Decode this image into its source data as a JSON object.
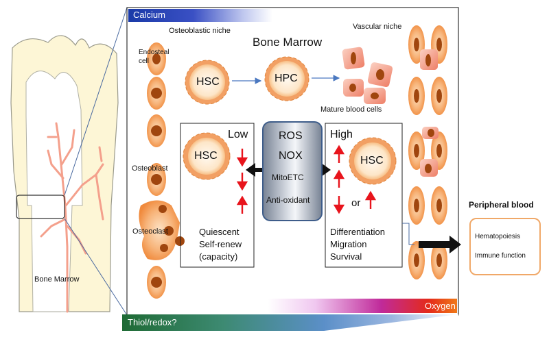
{
  "colors": {
    "cell_orange": "#f6b27a",
    "nucleus": "#a0460e",
    "hsc_glow": "#fbd7a8",
    "vessel_pink": "#f4a08c",
    "arrow_red": "#e8141c",
    "frame_blue": "#3e5d8a",
    "peripheral_border": "#f0a868"
  },
  "gradients": {
    "calcium": "Calcium",
    "oxygen": "Oxygen",
    "thiol": "Thiol/redox?"
  },
  "bone": {
    "label": "Bone Marrow"
  },
  "niche": {
    "osteoblastic": "Osteoblastic niche",
    "vascular": "Vascular niche",
    "title": "Bone Marrow",
    "endosteal": "Endosteal cell",
    "osteoblast": "Osteoblast",
    "osteoclast": "Osteoclast",
    "mature": "Mature blood  cells"
  },
  "cells": {
    "hsc": "HSC",
    "hpc": "HPC"
  },
  "center": {
    "ros": "ROS",
    "nox": "NOX",
    "mito": "MitoETC",
    "anti": "Anti-oxidant"
  },
  "low": {
    "label": "Low",
    "items": [
      "Quiescent",
      "Self-renew",
      "(capacity)"
    ]
  },
  "high": {
    "label": "High",
    "or": "or",
    "items": [
      "Differentiation",
      "Migration",
      "Survival"
    ]
  },
  "peripheral": {
    "title": "Peripheral blood",
    "items": [
      "Hematopoiesis",
      "Immune function"
    ]
  }
}
